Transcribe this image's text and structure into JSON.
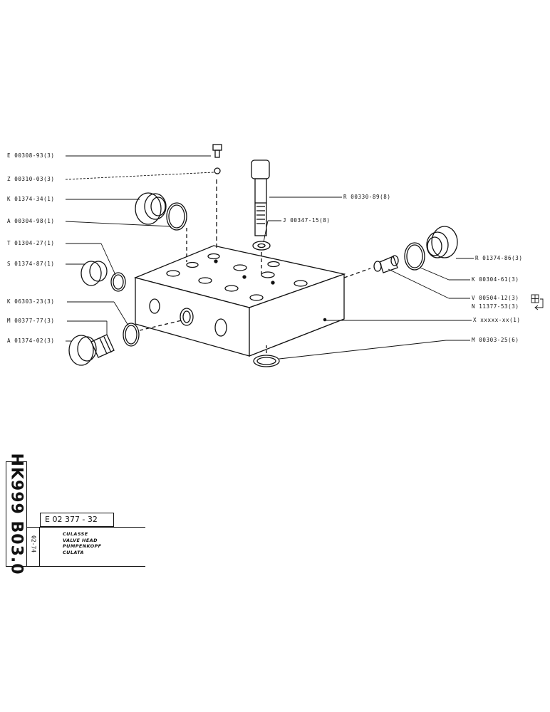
{
  "callouts_left": [
    {
      "id": "e",
      "text": "E 00308-93(3)"
    },
    {
      "id": "z",
      "text": "Z 00310-03(3)"
    },
    {
      "id": "k1",
      "text": "K 01374-34(1)"
    },
    {
      "id": "a1",
      "text": "A 00304-98(1)"
    },
    {
      "id": "t",
      "text": "T 01304-27(1)"
    },
    {
      "id": "s",
      "text": "S 01374-87(1)"
    },
    {
      "id": "k2",
      "text": "K 06303-23(3)"
    },
    {
      "id": "m1",
      "text": "M 00377-77(3)"
    },
    {
      "id": "a2",
      "text": "A 01374-02(3)"
    }
  ],
  "callouts_right": [
    {
      "id": "r1",
      "text": "R 00330-89(8)"
    },
    {
      "id": "j",
      "text": "J 00347-15(8)"
    },
    {
      "id": "r2",
      "text": "R 01374-86(3)"
    },
    {
      "id": "k3",
      "text": "K 00304-61(3)"
    },
    {
      "id": "v",
      "text": "V 00504-12(3)"
    },
    {
      "id": "n",
      "text": "N 11377-53(3)"
    },
    {
      "id": "x",
      "text": "X xxxxx-xx(1)"
    },
    {
      "id": "m2",
      "text": "M 00303-25(6)"
    }
  ],
  "title_block": {
    "vertical_code": "HK999 B03.0",
    "date": "02-74",
    "reference": "E  02  377 - 32",
    "titles": [
      "CULASSE",
      "VALVE HEAD",
      "PUMPENKOPF",
      "CULATA"
    ]
  },
  "colors": {
    "ink": "#111111",
    "paper": "#ffffff"
  }
}
